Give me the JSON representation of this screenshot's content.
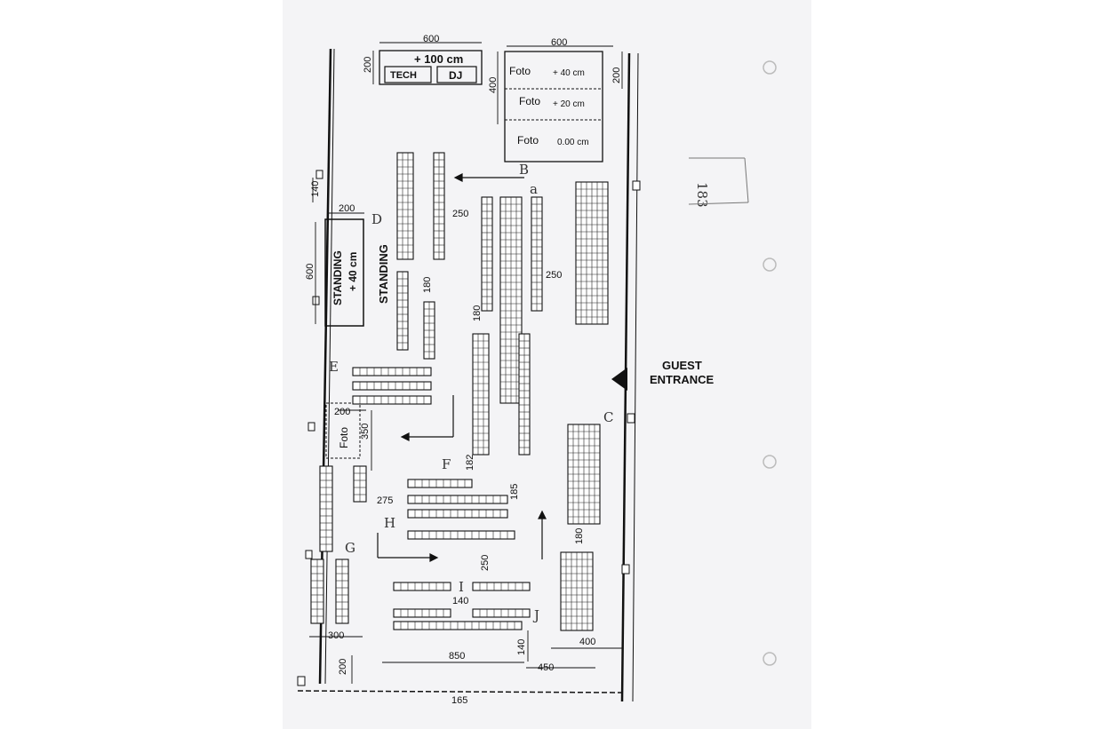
{
  "stage": {
    "tech_label": "TECH",
    "dj_label": "DJ",
    "stage_height": "+ 100 cm"
  },
  "foto_zones": [
    {
      "label": "Foto",
      "level": "+ 40 cm"
    },
    {
      "label": "Foto",
      "level": "+ 20 cm"
    },
    {
      "label": "Foto",
      "level": "0.00 cm"
    }
  ],
  "standing_platform": {
    "label": "STANDING",
    "level": "+ 40 cm"
  },
  "standing_area": {
    "label": "STANDING"
  },
  "side_foto": {
    "label": "Foto"
  },
  "entrance": {
    "line1": "GUEST",
    "line2": "ENTRANCE"
  },
  "dimensions": {
    "top_left_width": "600",
    "top_right_width": "600",
    "stage_depth": "200",
    "foto_depth_left": "400",
    "foto_depth_right": "200",
    "left_gap": "140",
    "standing_width": "200",
    "standing_length": "600",
    "aisle_d": "250",
    "row_gap_d": "180",
    "aisle_b": "250",
    "aisle_center": "180",
    "side_foto_width": "200",
    "side_foto_length": "350",
    "aisle_f": "182",
    "aisle_h": "275",
    "aisle_g": "185",
    "aisle_i": "250",
    "row_gap_i": "140",
    "aisle_right": "180",
    "bottom_left": "300",
    "bottom_gap": "200",
    "bottom_center": "850",
    "bottom_small": "140",
    "bottom_right": "450",
    "bottom_right_block": "400"
  },
  "section_letters": {
    "d": "D",
    "e": "E",
    "f": "F",
    "g": "G",
    "h": "H",
    "i": "I",
    "j": "J",
    "c": "C",
    "b": "B",
    "a": "a"
  },
  "page_number": "165",
  "margin_note": "183"
}
